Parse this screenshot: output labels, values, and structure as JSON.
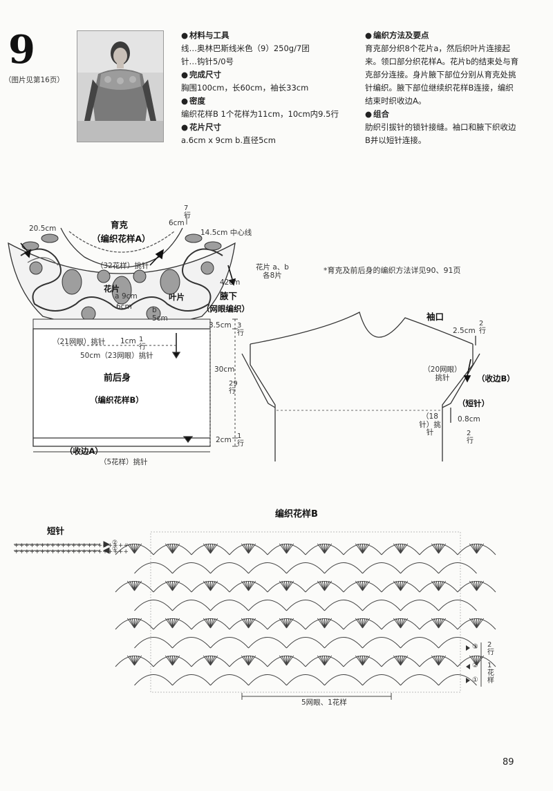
{
  "header": {
    "pattern_number": "9",
    "photo_ref": "（图片见第16页）"
  },
  "materials": {
    "heading": "材料与工具",
    "lines": [
      "线…奥林巴斯线米色（9）250g/7团",
      "针…钩针5/0号"
    ]
  },
  "finished_size": {
    "heading": "完成尺寸",
    "lines": [
      "胸围100cm，长60cm，袖长33cm"
    ]
  },
  "gauge": {
    "heading": "密度",
    "lines": [
      "编织花样B  1个花样为11cm，10cm内9.5行"
    ]
  },
  "motif_size": {
    "heading": "花片尺寸",
    "lines": [
      "a.6cm x 9cm  b.直径5cm"
    ]
  },
  "method": {
    "heading": "编织方法及要点",
    "lines": [
      "育克部分织8个花片a，然后织叶片连接起",
      "来。领口部分织花样A。花片b的结束处与育",
      "克部分连接。身片腋下部位分别从育克处挑",
      "针编织。腋下部位继续织花样B连接，编织",
      "结束时织收边A。"
    ]
  },
  "assembly": {
    "heading": "组合",
    "lines": [
      "肋织引拔针的锁针接缝。袖口和腋下织收边",
      "B并以短针连接。"
    ]
  },
  "yoke": {
    "title": "育克",
    "subtitle": "（编织花样A）",
    "w_left": "20.5cm",
    "w_top": "6cm",
    "rows_top": "7行",
    "center_line": "14.5cm 中心线",
    "pickup": "（32花样）挑针",
    "outer": "42cm",
    "leaf": "叶片",
    "motif": "花片",
    "motif_a": "a",
    "motif_a_h": "9cm",
    "motif_a_w": "6cm",
    "motif_b": "b",
    "motif_b_d": "5cm",
    "motif_note": "花片 a、b 各8片",
    "note": "*育克及前后身的编织方法详见90、91页"
  },
  "underarm": {
    "title": "腋下",
    "subtitle": "（网眼编织）",
    "h": "3.5cm",
    "rows": "3行"
  },
  "body": {
    "title": "前后身",
    "subtitle": "（编织花样B）",
    "pickup": "（21网眼）挑针",
    "gap": "1cm",
    "gap_rows": "1行",
    "width": "50cm（23网眼）挑针",
    "height": "30cm",
    "rows": "29行",
    "hem_h": "2cm",
    "hem_rows": "1行",
    "hem_label": "（收边A）",
    "hem_pickup": "（5花样）挑针"
  },
  "sleeve": {
    "title": "袖口",
    "cuff_h": "2.5cm",
    "cuff_rows": "2行",
    "pickup": "（20网眼）挑针",
    "edge": "（收边B）",
    "sc": "（短针）",
    "sc_pickup": "（18针）挑针",
    "sc_h": "0.8cm",
    "sc_rows": "2行"
  },
  "short_stitch": {
    "title": "短针",
    "row2": "②",
    "row1": "①"
  },
  "chart_b": {
    "title": "编织花样B",
    "r3": "③",
    "r2": "②",
    "r1": "①",
    "rows_label": "2行",
    "repeat_label": "1花样",
    "bottom": "5网眼、1花样"
  },
  "page_number": "89"
}
